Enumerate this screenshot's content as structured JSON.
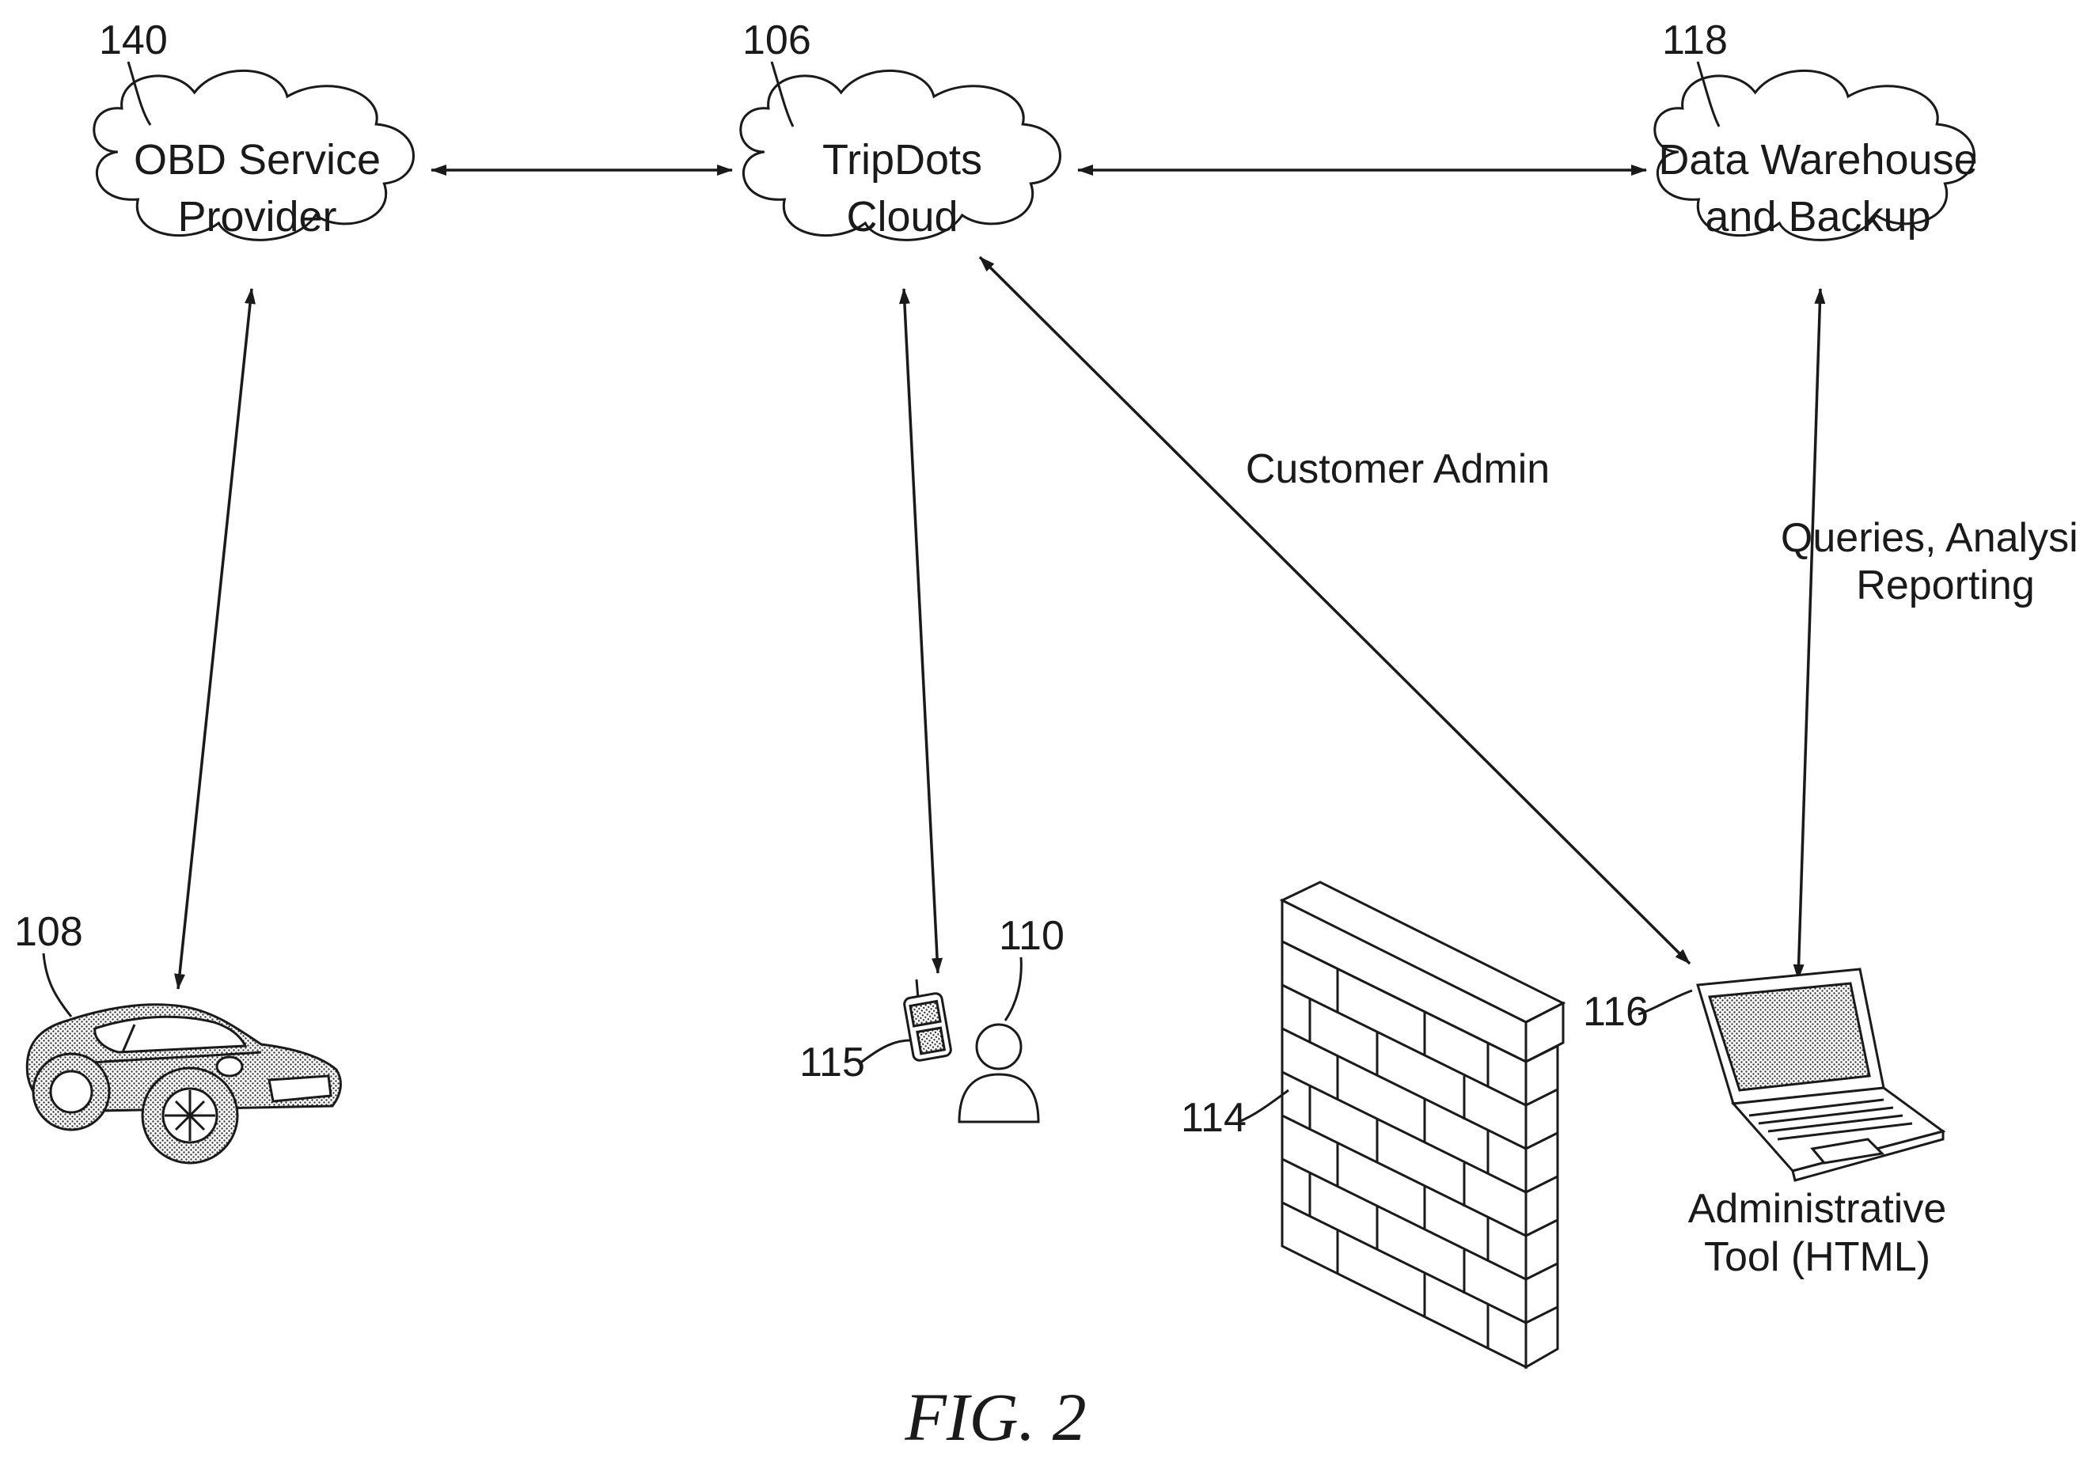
{
  "nodes": {
    "obd": {
      "ref": "140",
      "line1": "OBD Service",
      "line2": "Provider"
    },
    "tripdots": {
      "ref": "106",
      "line1": "TripDots",
      "line2": "Cloud"
    },
    "warehouse": {
      "ref": "118",
      "line1": "Data Warehouse",
      "line2": "and Backup"
    },
    "car": {
      "ref": "108"
    },
    "user": {
      "ref": "110"
    },
    "phone": {
      "ref": "115"
    },
    "firewall": {
      "ref": "114"
    },
    "laptop": {
      "ref": "116",
      "line1": "Administrative",
      "line2": "Tool (HTML)"
    }
  },
  "edges": {
    "customer_admin": "Customer Admin",
    "queries_line1": "Queries, Analysis,",
    "queries_line2": "Reporting"
  },
  "caption": "FIG. 2"
}
